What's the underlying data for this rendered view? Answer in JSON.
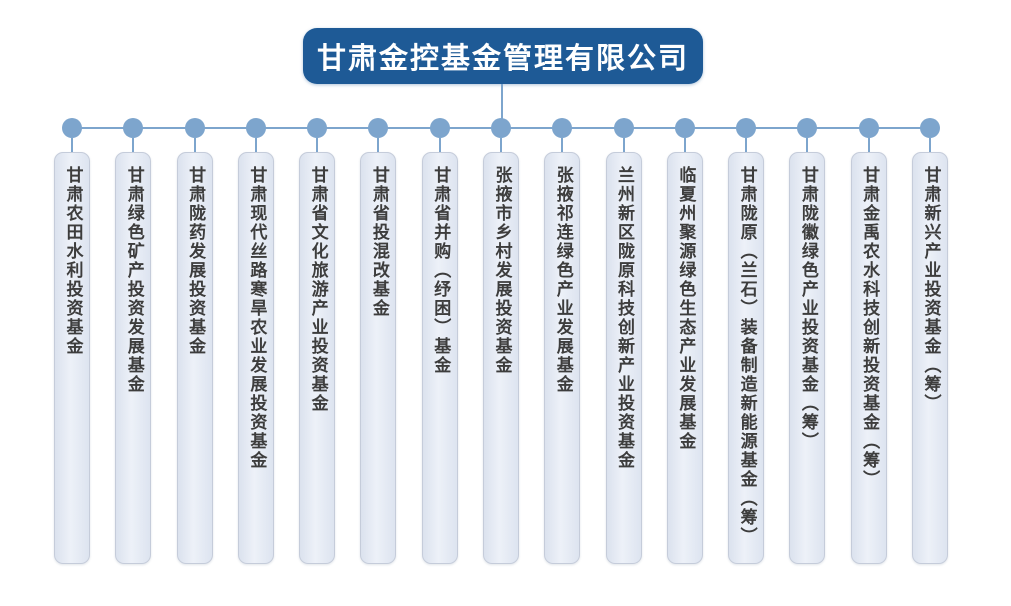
{
  "colors": {
    "accent": "#1e5a96",
    "line": "#7da5cd",
    "dot": "#7da5cd",
    "box_border": "#c5ccda",
    "box_text": "#3d3d3d",
    "root_text": "#ffffff"
  },
  "root": {
    "title": "甘肃金控基金管理有限公司"
  },
  "funds": [
    {
      "name": "甘肃农田水利投资基金"
    },
    {
      "name": "甘肃绿色矿产投资发展基金"
    },
    {
      "name": "甘肃陇药发展投资基金"
    },
    {
      "name": "甘肃现代丝路寒旱农业发展投资基金"
    },
    {
      "name": "甘肃省文化旅游产业投资基金"
    },
    {
      "name": "甘肃省投混改基金"
    },
    {
      "name": "甘肃省并购（纾困）基金"
    },
    {
      "name": "张掖市乡村发展投资基金"
    },
    {
      "name": "张掖祁连绿色产业发展基金"
    },
    {
      "name": "兰州新区陇原科技创新产业投资基金"
    },
    {
      "name": "临夏州聚源绿色生态产业发展基金"
    },
    {
      "name": "甘肃陇原（兰石）装备制造新能源基金（筹）"
    },
    {
      "name": "甘肃陇徽绿色产业投资基金（筹）"
    },
    {
      "name": "甘肃金禹农水科技创新投资基金（筹）"
    },
    {
      "name": "甘肃新兴产业投资基金（筹）"
    }
  ]
}
